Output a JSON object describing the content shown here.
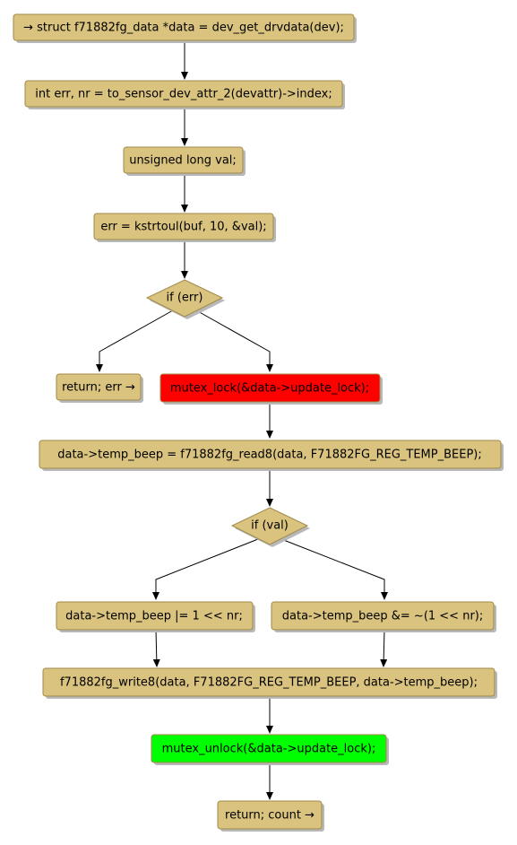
{
  "colors": {
    "default_fill": "#d9c37f",
    "default_stroke": "#a08a4a",
    "lock_fill": "#ff0000",
    "unlock_fill": "#00ff00",
    "edge": "#000000",
    "shadow": "#b8b8b8"
  },
  "nodes": {
    "start": "→ struct f71882fg_data *data = dev_get_drvdata(dev);",
    "decl_err": "int err, nr = to_sensor_dev_attr_2(devattr)->index;",
    "decl_val": "unsigned long val;",
    "kstrtoul": "err = kstrtoul(buf, 10, &val);",
    "if_err": "if (err)",
    "return_err": "return; err →",
    "mutex_lock": "mutex_lock(&data->update_lock);",
    "read_beep": "data->temp_beep = f71882fg_read8(data, F71882FG_REG_TEMP_BEEP);",
    "if_val": "if (val)",
    "set_bit": "data->temp_beep |= 1 << nr;",
    "clear_bit": "data->temp_beep &= ~(1 << nr);",
    "write_beep": "f71882fg_write8(data, F71882FG_REG_TEMP_BEEP, data->temp_beep);",
    "mutex_unlock": "mutex_unlock(&data->update_lock);",
    "return_count": "return; count →"
  }
}
